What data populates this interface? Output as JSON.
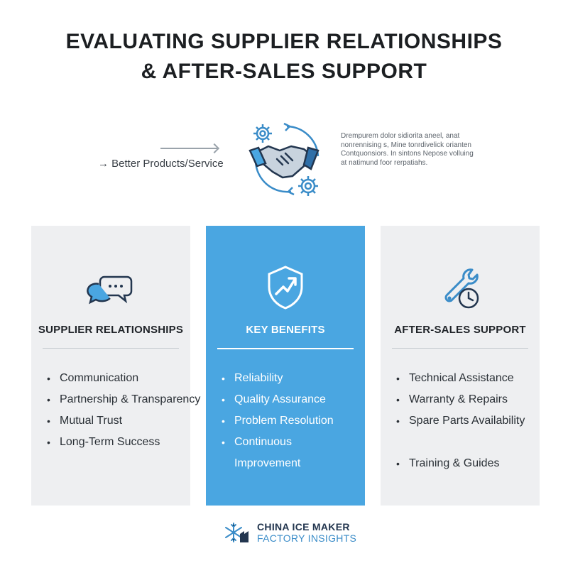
{
  "title": {
    "line1": "EVALUATING SUPPLIER RELATIONSHIPS",
    "line2": "& AFTER-SALES SUPPORT"
  },
  "hero": {
    "caption": "→ Better Products/Service",
    "icon": "handshake-gears-icon",
    "note": [
      "Drempurem dolor sidiorita aneel, anat",
      "nonrennising s, Mine tonrdivelick orianten",
      "Contquonsiors. In sintons Nepose volluing",
      "at natimund foor rerpatiahs."
    ]
  },
  "cards": [
    {
      "heading": "SUPPLIER RELATIONSHIPS",
      "icon": "chat-bubbles-icon",
      "items": [
        "Communication",
        "Partnership & Transparency",
        "Mutual Trust",
        "Long-Term Success"
      ]
    },
    {
      "heading": "KEY BENEFITS",
      "icon": "shield-arrow-icon",
      "items": [
        "Reliability",
        "Quality Assurance",
        "Problem Resolution",
        "Continuous",
        "Improvement"
      ]
    },
    {
      "heading": "AFTER-SALES SUPPORT",
      "icon": "wrench-clock-icon",
      "items": [
        "Technical Assistance",
        "Warranty & Repairs",
        "Spare Parts Availability",
        "Training & Guides"
      ]
    }
  ],
  "brand": {
    "line1": "CHINA ICE MAKER",
    "line2": "FACTORY INSIGHTS",
    "icon": "snowflake-factory-icon"
  },
  "colors": {
    "accent": "#4aa6e1",
    "dark": "#23364f",
    "card_bg": "#eeeff1"
  }
}
